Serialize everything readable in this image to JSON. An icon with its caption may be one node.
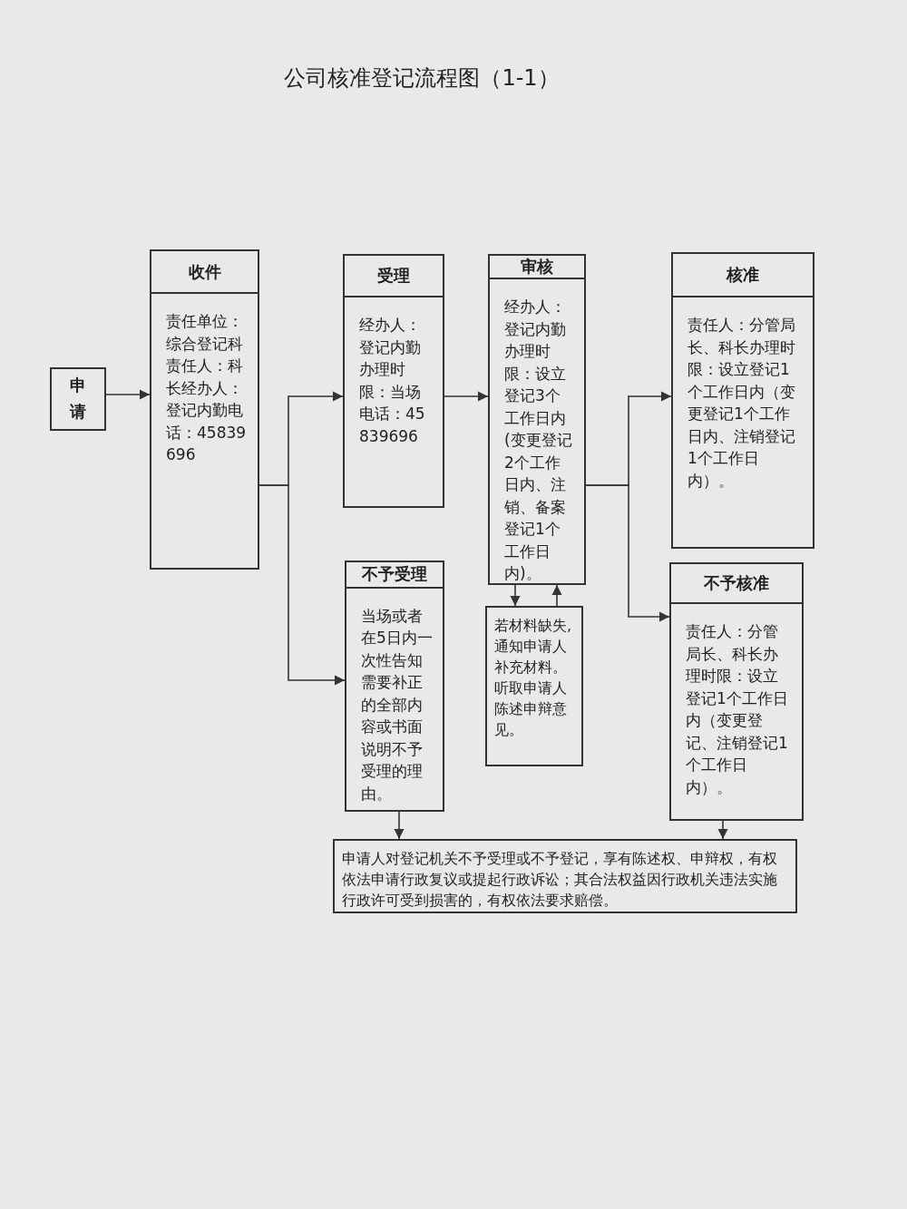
{
  "diagram": {
    "title": "公司核准登记流程图（1-1）",
    "nodes": [
      {
        "text": [
          "申请"
        ]
      },
      {
        "text": [
          "收件",
          "责任单位：综合登记科责任人：科长经办人：登记内勤电话：45839696"
        ]
      },
      {
        "text": [
          "受理",
          "经办人：登记内勤办理时限：当场电话：45839696"
        ]
      },
      {
        "text": [
          "不予受理",
          "当场或者在5日内一次性告知需要补正的全部内容或书面说明不予受理的理由。"
        ]
      },
      {
        "text": [
          "审核",
          "经办人：登记内勤办理时限：设立登记3个工作日内(变更登记2个工作日内、注销、备案登记1个工作日内)。"
        ]
      },
      {
        "text": [
          "若材料缺失,通知申请人补充材料。听取申请人陈述申辩意见。"
        ]
      },
      {
        "text": [
          "核准",
          "责任人：分管局长、科长办理时限：设立登记1个工作日内（变更登记1个工作日内、注销登记1个工作日内）。"
        ]
      },
      {
        "text": [
          "不予核准",
          "责任人：分管局长、科长办理时限：设立登记1个工作日内（变更登记、注销登记1个工作日内）。"
        ]
      },
      {
        "text": [
          "申请人对登记机关不予受理或不予登记，享有陈述权、申辩权，有权依法申请行政复议或提起行政诉讼；其合法权益因行政机关违法实施行政许可受到损害的，有权依法要求赔偿。"
        ]
      }
    ],
    "edges": [
      {
        "from": 0,
        "to": 1,
        "arrow": "to"
      },
      {
        "from": 1,
        "to": 2,
        "arrow": "to"
      },
      {
        "from": 1,
        "to": 3,
        "arrow": "to"
      },
      {
        "from": 2,
        "to": 4,
        "arrow": "to"
      },
      {
        "from": 4,
        "to": 6,
        "arrow": "to"
      },
      {
        "from": 4,
        "to": 7,
        "arrow": "to"
      },
      {
        "from": 4,
        "to": 5,
        "arrow": "to"
      },
      {
        "from": 5,
        "to": 4,
        "arrow": "to"
      },
      {
        "from": 3,
        "to": 8,
        "arrow": "to"
      },
      {
        "from": 7,
        "to": 8,
        "arrow": "to"
      }
    ]
  }
}
